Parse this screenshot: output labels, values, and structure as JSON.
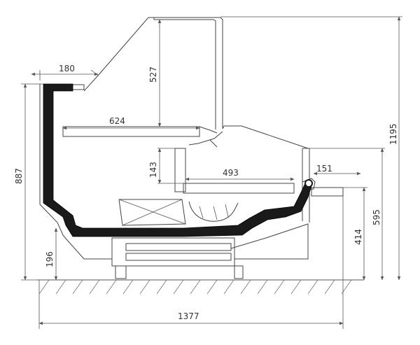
{
  "diagram": {
    "colors": {
      "line": "#555555",
      "insulation": "#1a1a1a",
      "text": "#333333"
    },
    "dimensions": {
      "top_shelf_depth": "180",
      "glass_height": "527",
      "upper_shelf_depth": "624",
      "lower_shelf_height": "143",
      "lower_shelf_depth": "493",
      "front_ledge_depth": "151",
      "total_height": "1195",
      "rear_height": "887",
      "counter_height": "595",
      "ledge_height": "414",
      "foot_height": "196",
      "total_depth": "1377"
    }
  }
}
